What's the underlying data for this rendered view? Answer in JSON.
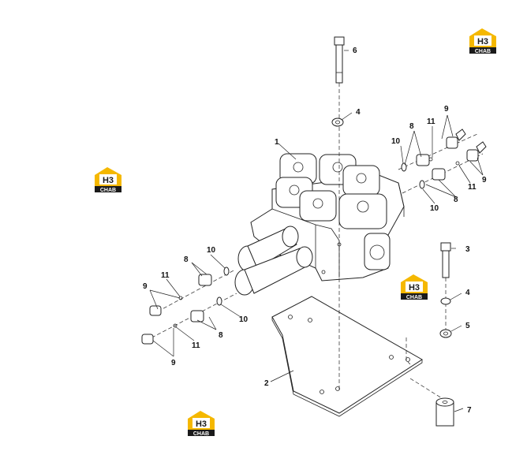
{
  "diagram": {
    "callouts": {
      "c1": "1",
      "c2": "2",
      "c3": "3",
      "c4a": "4",
      "c4b": "4",
      "c5": "5",
      "c6": "6",
      "c7": "7",
      "c8a": "8",
      "c8b": "8",
      "c8c": "8",
      "c8d": "8",
      "c9a": "9",
      "c9b": "9",
      "c9c": "9",
      "c9d": "9",
      "c10a": "10",
      "c10b": "10",
      "c10c": "10",
      "c10d": "10",
      "c11a": "11",
      "c11b": "11",
      "c11c": "11",
      "c11d": "11"
    },
    "watermark": {
      "top": "H3",
      "bottom": "CHAB",
      "colors": {
        "yellow": "#f5b800",
        "black": "#1a1a1a",
        "white": "#ffffff"
      }
    }
  }
}
